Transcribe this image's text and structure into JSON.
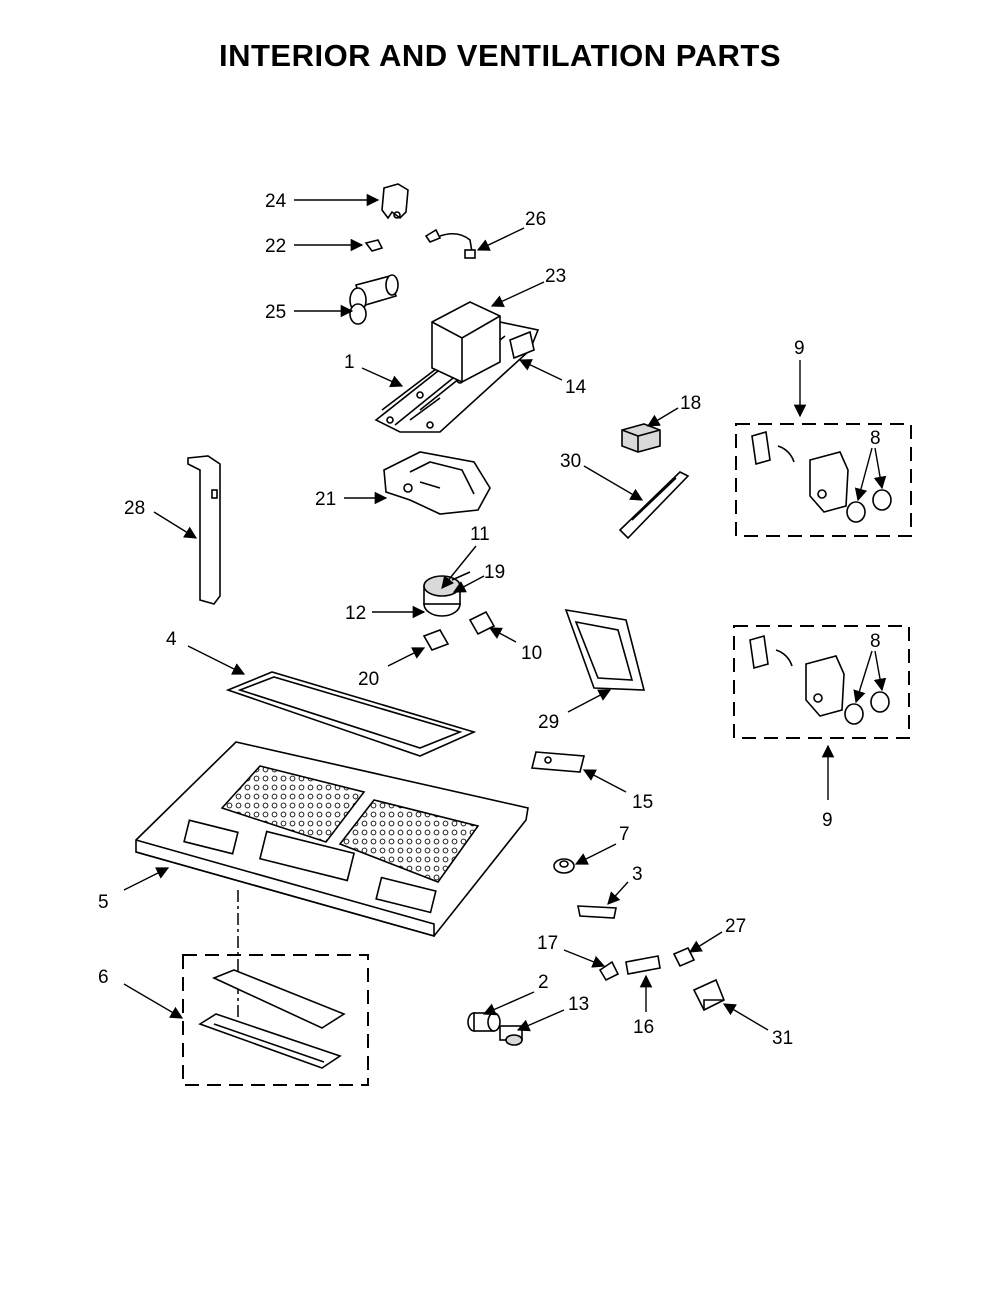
{
  "title": "INTERIOR AND VENTILATION PARTS",
  "callouts": {
    "c1": "1",
    "c2": "2",
    "c3": "3",
    "c4": "4",
    "c5": "5",
    "c6": "6",
    "c7": "7",
    "c8a": "8",
    "c8b": "8",
    "c9a": "9",
    "c9b": "9",
    "c10": "10",
    "c11": "11",
    "c12": "12",
    "c13": "13",
    "c14": "14",
    "c15": "15",
    "c16": "16",
    "c17": "17",
    "c18": "18",
    "c19": "19",
    "c20": "20",
    "c21": "21",
    "c22": "22",
    "c23": "23",
    "c24": "24",
    "c25": "25",
    "c26": "26",
    "c27": "27",
    "c28": "28",
    "c29": "29",
    "c30": "30",
    "c31": "31"
  }
}
